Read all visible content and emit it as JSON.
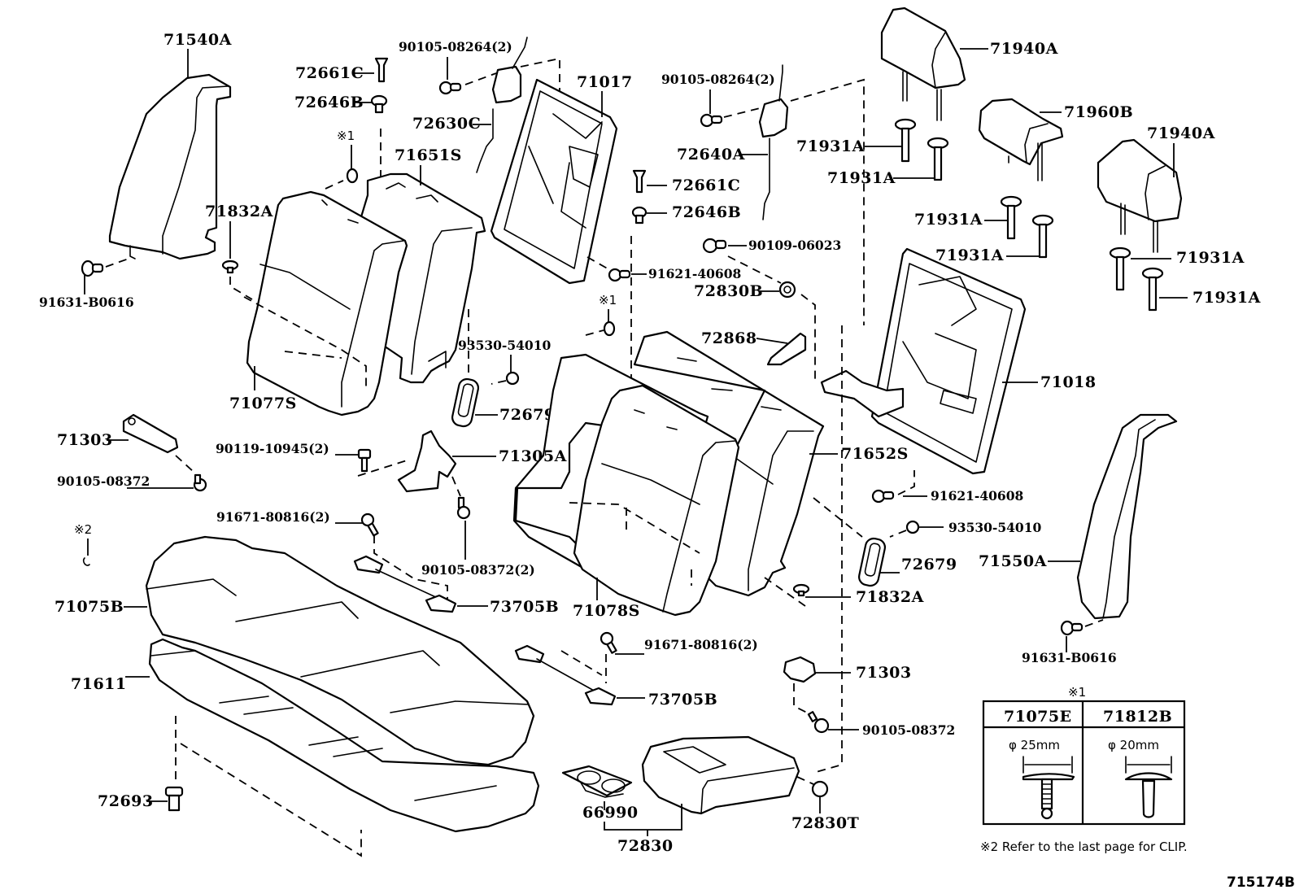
{
  "diagram": {
    "title": "Rear seat assembly exploded parts diagram",
    "illustration_code": "715174B",
    "colors": {
      "line": "#000000",
      "background": "#ffffff"
    },
    "labels": {
      "p71540A": "71540A",
      "p91631B0616_left": "91631-B0616",
      "p72661C_top": "72661C",
      "p72646B_top": "72646B",
      "ref1_left": "※1",
      "p71832A_left": "71832A",
      "p90105_08264_left": "90105-08264(2)",
      "p72630C": "72630C",
      "p71651S": "71651S",
      "p71017": "71017",
      "p71077S": "71077S",
      "p90105_08264_right": "90105-08264(2)",
      "p72640A": "72640A",
      "p72661C_mid": "72661C",
      "p72646B_mid": "72646B",
      "p90109_06023": "90109-06023",
      "p91621_40608_top": "91621-40608",
      "p72830B": "72830B",
      "ref1_mid": "※1",
      "p72868": "72868",
      "p93530_54010_left": "93530-54010",
      "p72679_left": "72679",
      "p71940A_top": "71940A",
      "p71960B": "71960B",
      "p71940A_right": "71940A",
      "p71931A_1": "71931A",
      "p71931A_2": "71931A",
      "p71931A_3": "71931A",
      "p71931A_4": "71931A",
      "p71931A_5": "71931A",
      "p71931A_6": "71931A",
      "p71018": "71018",
      "p71303_left": "71303",
      "p90105_08372_left": "90105-08372",
      "p90119_10945": "90119-10945(2)",
      "p71305A": "71305A",
      "p91671_80816_left": "91671-80816(2)",
      "p90105_08372_2": "90105-08372(2)",
      "ref2": "※2",
      "p71652S": "71652S",
      "p91621_40608_right": "91621-40608",
      "p93530_54010_right": "93530-54010",
      "p72679_right": "72679",
      "p71550A": "71550A",
      "p71832A_right": "71832A",
      "p91631B0616_right": "91631-B0616",
      "p71075B": "71075B",
      "p73705B_1": "73705B",
      "p71078S": "71078S",
      "p91671_80816_right": "91671-80816(2)",
      "p71303_right": "71303",
      "p71611": "71611",
      "p73705B_2": "73705B",
      "p90105_08372_right": "90105-08372",
      "p72693": "72693",
      "p66990": "66990",
      "p72830": "72830",
      "p72830T": "72830T"
    },
    "clip_table": {
      "marker": "※1",
      "columns": [
        {
          "part": "71075E",
          "diameter": "φ 25mm"
        },
        {
          "part": "71812B",
          "diameter": "φ 20mm"
        }
      ]
    },
    "footnote": "※2 Refer to the last page for CLIP."
  }
}
